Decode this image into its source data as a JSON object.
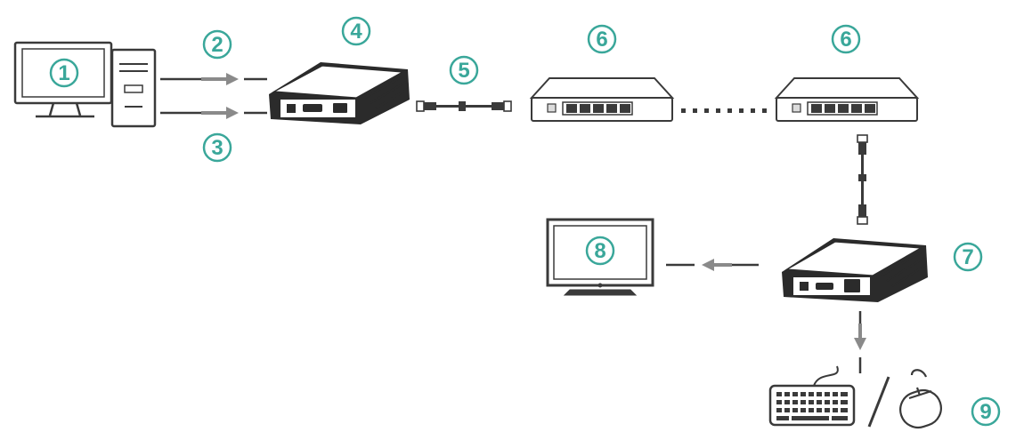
{
  "colors": {
    "accent": "#3aa79a",
    "line": "#3a3a3a",
    "device_body": "#2b2b2b",
    "device_top": "#ffffff"
  },
  "labels": {
    "source_pc": "1",
    "hdmi_input": "2",
    "usb_input": "3",
    "transmitter": "4",
    "network_cable": "5",
    "switch_a": "6",
    "switch_b": "6",
    "receiver": "7",
    "display": "8",
    "keyboard_mouse": "9"
  },
  "icons": {
    "computer": "desktop-computer-icon",
    "transmitter": "hdmi-extender-icon",
    "cable": "ethernet-cable-icon",
    "switch": "network-switch-icon",
    "receiver": "hdmi-extender-icon",
    "monitor": "tv-monitor-icon",
    "keyboard": "keyboard-icon",
    "mouse": "mouse-icon"
  }
}
